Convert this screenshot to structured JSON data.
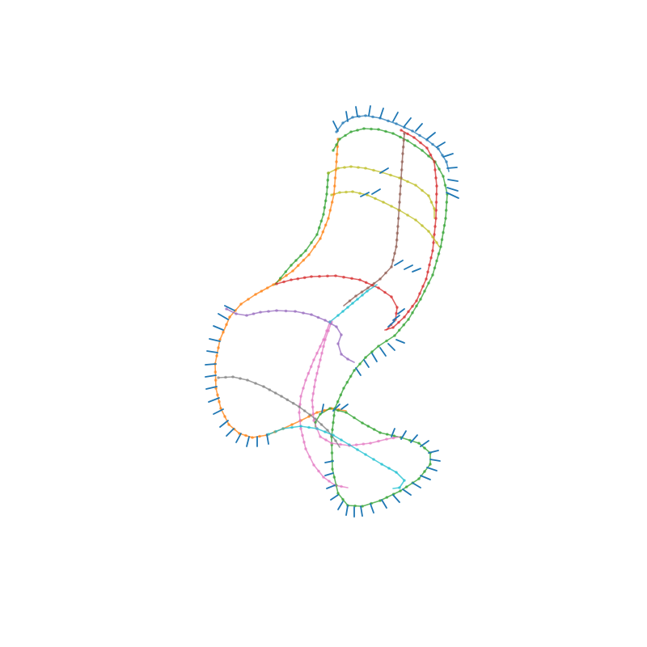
{
  "figure": {
    "kind": "3d-sketch-curves",
    "has_axes": false,
    "has_title": false,
    "has_legend": false,
    "normal_color": "#1f77b4"
  },
  "curves": [
    {
      "name": "curve-blue-top",
      "color": "#1f77b4"
    },
    {
      "name": "curve-orange",
      "color": "#ff7f0e"
    },
    {
      "name": "curve-green",
      "color": "#2ca02c"
    },
    {
      "name": "curve-red",
      "color": "#d62728"
    },
    {
      "name": "curve-purple",
      "color": "#9467bd"
    },
    {
      "name": "curve-brown",
      "color": "#8c564b"
    },
    {
      "name": "curve-pink",
      "color": "#e377c2"
    },
    {
      "name": "curve-gray",
      "color": "#7f7f7f"
    },
    {
      "name": "curve-olive",
      "color": "#bcbd22"
    },
    {
      "name": "curve-cyan",
      "color": "#17becf"
    }
  ]
}
